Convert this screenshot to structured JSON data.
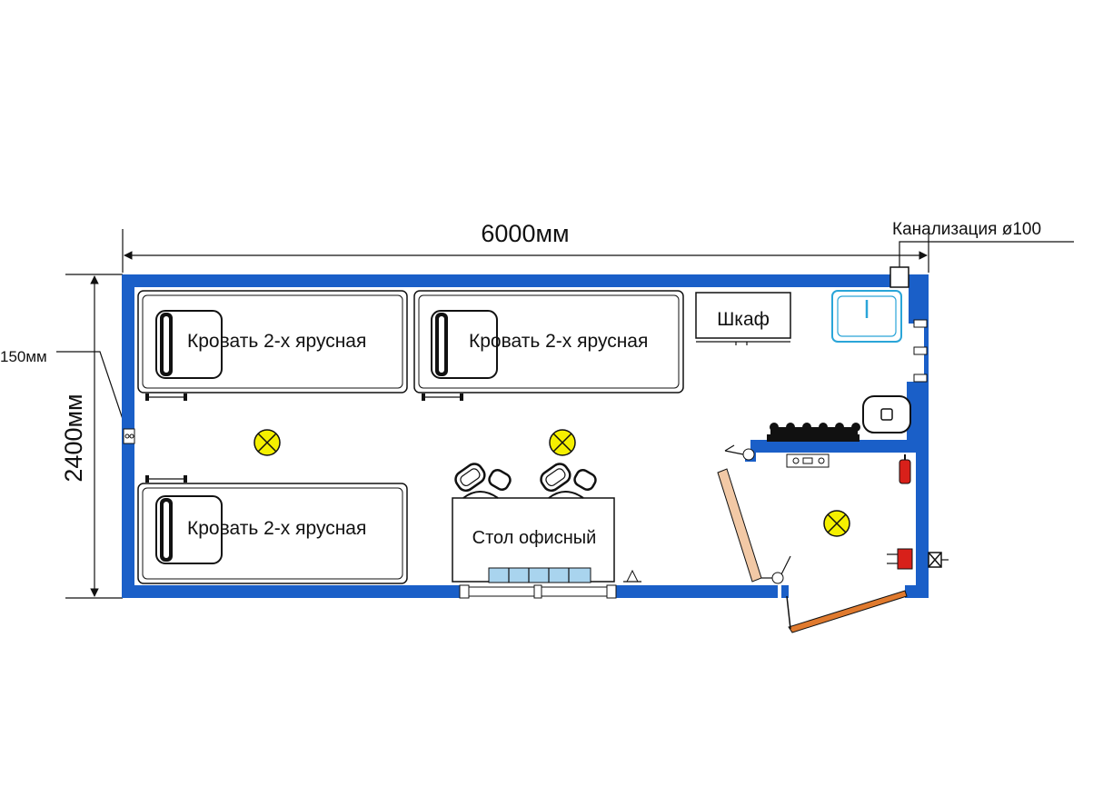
{
  "dimensions": {
    "length": "6000мм",
    "width": "2400мм",
    "wall": "150мм"
  },
  "labels": {
    "sewer": "Канализация ø100",
    "wardrobe": "Шкаф",
    "bed_1": "Кровать 2-х ярусная",
    "bed_2": "Кровать 2-х ярусная",
    "bed_3": "Кровать 2-х ярусная",
    "desk": "Стол офисный"
  },
  "colors": {
    "wall": "#1a5fc8",
    "lamp": "#f5f000",
    "door": "#e07a2e",
    "door_light": "#f2c9a6",
    "sink": "#2aa5d8",
    "radiator": "#a9d4ee",
    "extinguisher": "#d8201a"
  },
  "icons": [
    "bunk-bed-icon",
    "pillow-icon",
    "lamp-icon",
    "sink-icon",
    "toilet-icon",
    "stove-icon",
    "chair-icon",
    "radiator-icon",
    "door-icon",
    "window-icon",
    "fire-extinguisher-icon",
    "socket-icon",
    "valve-icon"
  ]
}
